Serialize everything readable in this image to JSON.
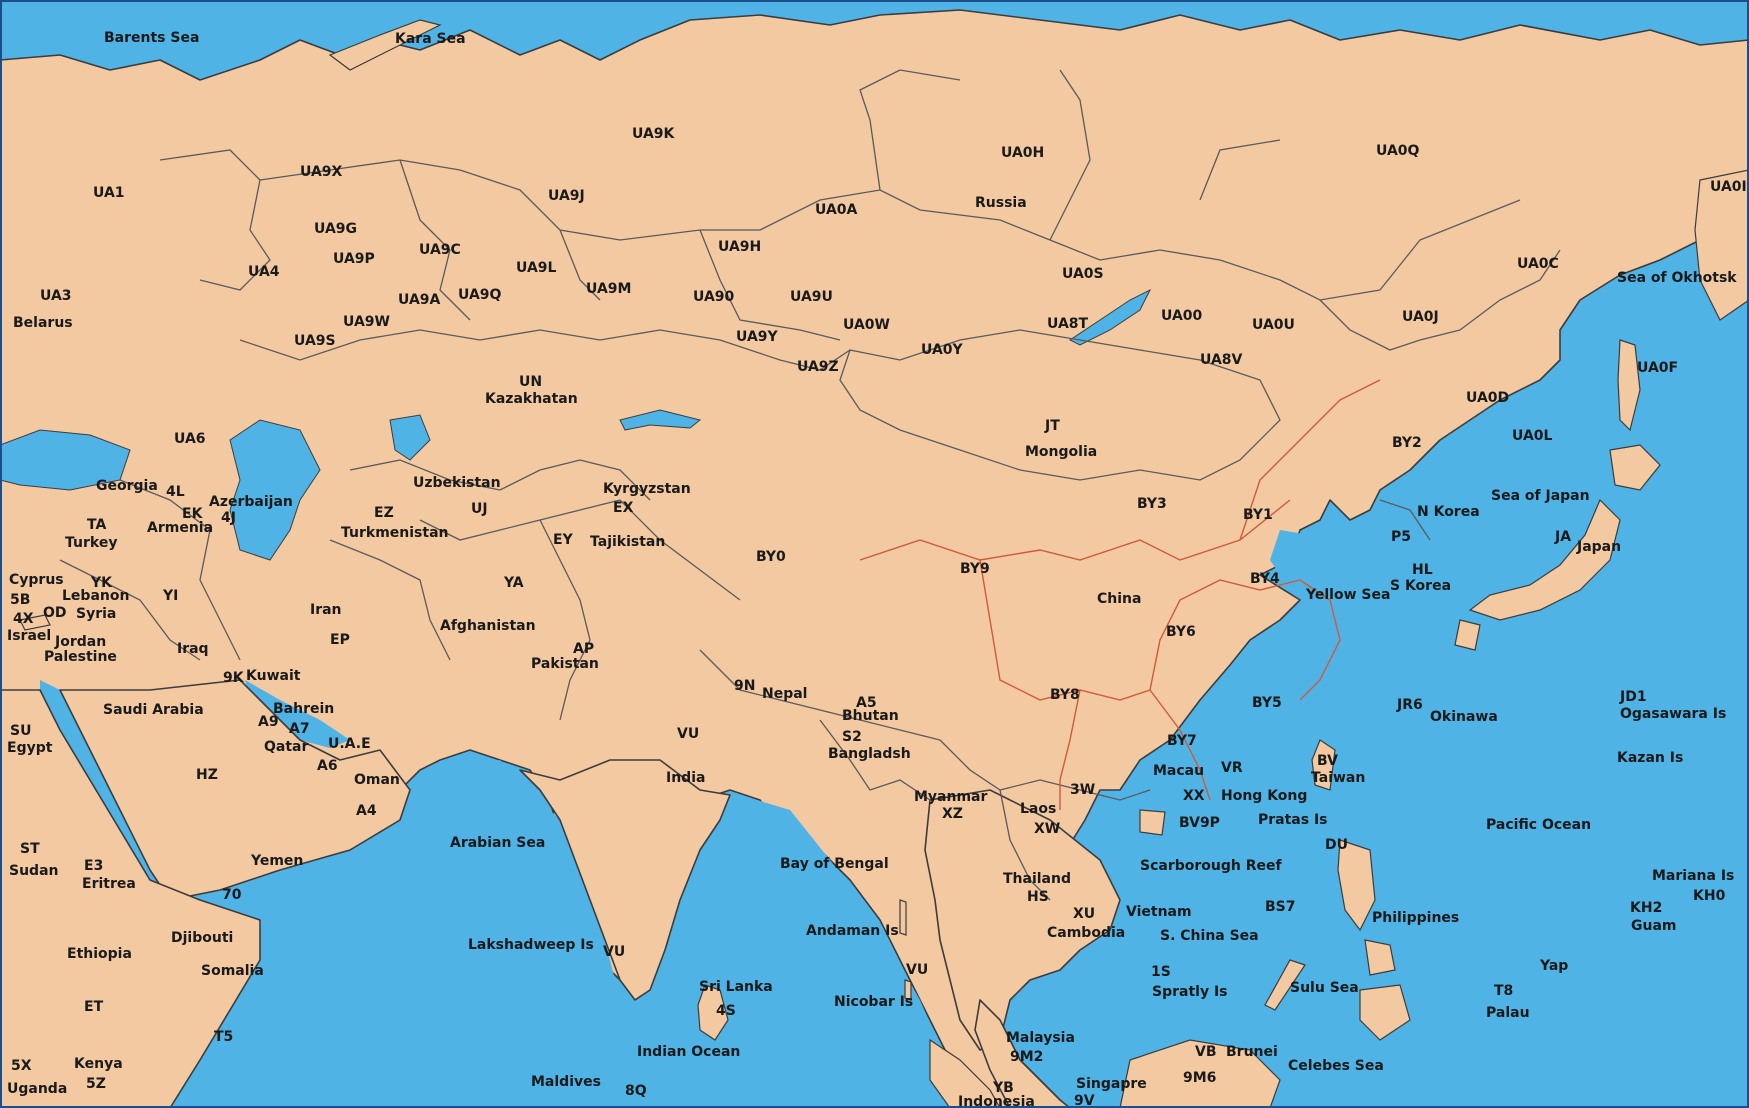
{
  "map": {
    "colors": {
      "sea": "#4fb3e6",
      "land": "#f3c9a2",
      "border": "#5a5a5a",
      "china_province_border": "#d05a3a"
    },
    "labels": [
      "Barents Sea",
      "Kara Sea",
      "UA9K",
      "UA0H",
      "Russia",
      "UA0Q",
      "UA0I",
      "UA9X",
      "UA1",
      "UA9J",
      "UA0A",
      "UA9G",
      "UA9C",
      "UA9P",
      "UA9H",
      "UA4",
      "UA9L",
      "UA9M",
      "UA0S",
      "UA0C",
      "Sea of Okhotsk",
      "UA3",
      "UA9A",
      "UA9Q",
      "UA90",
      "UA9U",
      "Belarus",
      "UA9W",
      "UA0W",
      "UA8T",
      "UA00",
      "UA0U",
      "UA0J",
      "UA9Y",
      "UA9S",
      "UA0Y",
      "UA8V",
      "UA0F",
      "UA9Z",
      "UN",
      "Kazakhatan",
      "UA0D",
      "UA6",
      "JT",
      "Mongolia",
      "UA0L",
      "BY2",
      "Georgia",
      "4L",
      "Uzbekistan",
      "Kyrgyzstan",
      "Azerbaijan",
      "EK",
      "4J",
      "Armenia",
      "EZ",
      "UJ",
      "EX",
      "Sea of Japan",
      "BY3",
      "BY1",
      "TA",
      "Turkey",
      "Turkmenistan",
      "N Korea",
      "P5",
      "EY",
      "Tajikistan",
      "JA",
      "Japan",
      "BY0",
      "Cyprus",
      "YK",
      "BY9",
      "BY4",
      "HL",
      "5B",
      "Lebanon",
      "YA",
      "S Korea",
      "4X",
      "OD",
      "Syria",
      "YI",
      "Iran",
      "Yellow Sea",
      "China",
      "Israel",
      "Jordan",
      "Afghanistan",
      "BY6",
      "Palestine",
      "Iraq",
      "EP",
      "AP",
      "Pakistan",
      "9K",
      "Kuwait",
      "BY8",
      "9N",
      "Nepal",
      "A5",
      "Bhutan",
      "BY5",
      "JR6",
      "Okinawa",
      "JD1",
      "Ogasawara Is",
      "Saudi Arabia",
      "Bahrein",
      "A9",
      "A7",
      "SU",
      "Egypt",
      "Qatar",
      "U.A.E",
      "VU",
      "S2",
      "Bangladsh",
      "BY7",
      "BV",
      "Taiwan",
      "Kazan Is",
      "A6",
      "India",
      "Macau",
      "VR",
      "Oman",
      "HZ",
      "Myanmar",
      "XZ",
      "3W",
      "Laos",
      "XW",
      "Hong Kong",
      "A4",
      "XX",
      "BV9P",
      "Pratas Is",
      "Pacific Ocean",
      "Arabian Sea",
      "DU",
      "ST",
      "Sudan",
      "E3",
      "Eritrea",
      "Yemen",
      "Bay of Bengal",
      "Scarborough Reef",
      "Thailand",
      "HS",
      "Mariana Is",
      "KH0",
      "70",
      "BS7",
      "XU",
      "Vietnam",
      "Cambodia",
      "Philippines",
      "KH2",
      "Guam",
      "S. China Sea",
      "Andaman Is",
      "Djibouti",
      "Lakshadweep Is",
      "VU",
      "Ethiopia",
      "Yap",
      "Somalia",
      "VU",
      "1S",
      "Spratly Is",
      "Sri Lanka",
      "Sulu Sea",
      "T8",
      "Palau",
      "ET",
      "4S",
      "Nicobar Is",
      "Malaysia",
      "9M2",
      "T5",
      "Indian Ocean",
      "VB",
      "Brunei",
      "5X",
      "Kenya",
      "Celebes Sea",
      "Uganda",
      "5Z",
      "Maldives",
      "8Q",
      "YB",
      "Singapre",
      "Indonesia",
      "9V",
      "9M6"
    ]
  }
}
